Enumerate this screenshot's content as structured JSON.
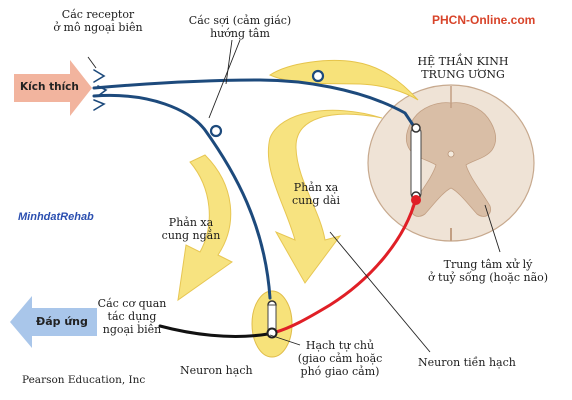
{
  "header": {
    "site_brand": "PHCN-Online.com"
  },
  "labels": {
    "receptors": [
      "Các receptor",
      "ở mô ngoại biên"
    ],
    "afferent_fibers": [
      "Các sợi (cảm giác)",
      "hướng tâm"
    ],
    "cns": [
      "HỆ THẦN KINH",
      "TRUNG ƯƠNG"
    ],
    "stimulus": "Kích thích",
    "long_reflex": [
      "Phản xạ",
      "cung dài"
    ],
    "short_reflex": [
      "Phản xạ",
      "cung ngắn"
    ],
    "watermark": "MinhdatRehab",
    "processing_center": [
      "Trung tâm xử lý",
      "ở tuỷ sống (hoặc não)"
    ],
    "effectors": [
      "Các cơ quan",
      "tác dụng",
      "ngoại biên"
    ],
    "response": "Đáp ứng",
    "autonomic_ganglion": [
      "Hạch tự chủ",
      "(giao cảm hoặc",
      "phó giao cảm)"
    ],
    "ganglionic_neuron": "Neuron hạch",
    "preganglionic_neuron": "Neuron tiền hạch",
    "publisher": "Pearson Education, Inc"
  },
  "colors": {
    "afferent": "#1d4a7c",
    "preganglionic": "#e01f26",
    "postganglionic": "#111111",
    "reflex_arrow": "#f7e27a",
    "stimulus_arrow": "#f2b49e",
    "response_arrow": "#a9c6ea",
    "spinal_white": "#efe3d6",
    "spinal_gray": "#d9bea6"
  }
}
